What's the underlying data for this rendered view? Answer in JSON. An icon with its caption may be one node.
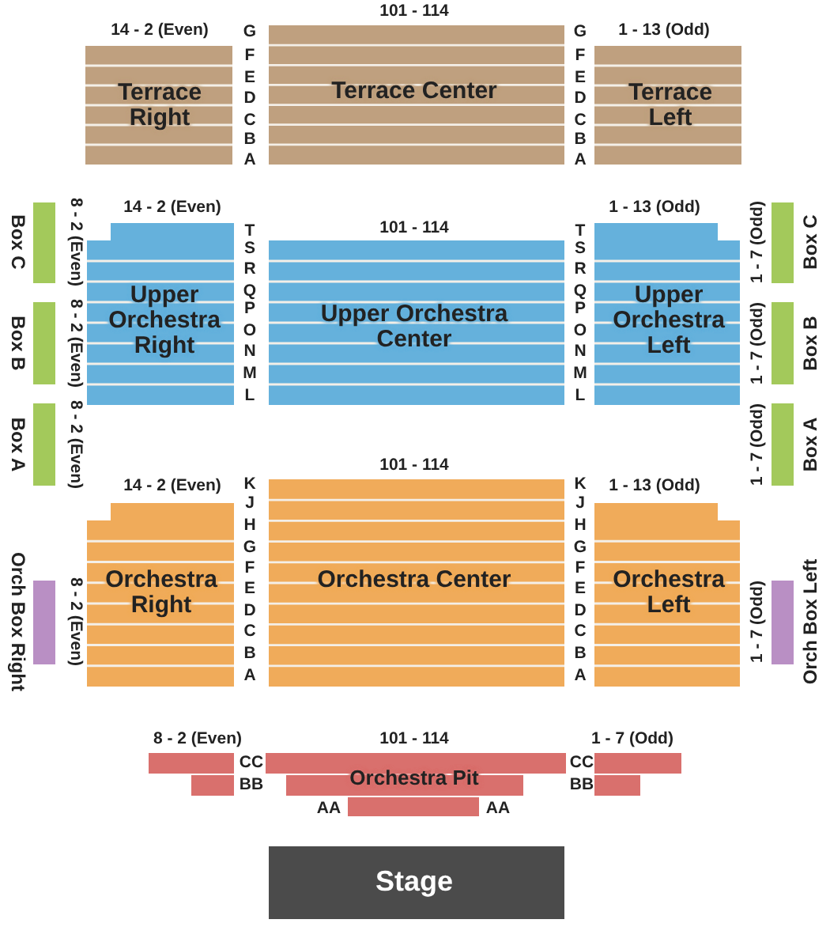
{
  "diagram": {
    "nodes": [
      {
        "text": [
          "Terrace Right"
        ],
        "beside": [
          "14 - 2 (Even)"
        ]
      },
      {
        "text": [
          "Terrace Center"
        ],
        "beside": [
          "101 - 114"
        ]
      },
      {
        "text": [
          "Terrace Left"
        ],
        "beside": [
          "1 - 13 (Odd)"
        ]
      },
      {
        "text": [
          "Box C"
        ],
        "beside": [
          "8 - 2 (Even)"
        ]
      },
      {
        "text": [
          "Upper Orchestra Right"
        ],
        "beside": [
          "14 - 2 (Even)"
        ]
      },
      {
        "text": [
          "Upper Orchestra Center"
        ],
        "beside": [
          "101 - 114"
        ]
      },
      {
        "text": [
          "Upper Orchestra Left"
        ],
        "beside": [
          "1 - 13 (Odd)"
        ]
      },
      {
        "text": [
          "Box C"
        ],
        "beside": [
          "1 - 7 (Odd)"
        ]
      },
      {
        "text": [
          "Box B"
        ],
        "beside": [
          "8 - 2 (Even)"
        ]
      },
      {
        "text": [
          "Box B"
        ],
        "beside": [
          "1 - 7 (Odd)"
        ]
      },
      {
        "text": [
          "Box A"
        ],
        "beside": [
          "8 - 2 (Even)"
        ]
      },
      {
        "text": [
          "Box A"
        ],
        "beside": [
          "1 - 7 (Odd)"
        ]
      },
      {
        "text": [
          "Orchestra Right"
        ],
        "beside": [
          "14 - 2 (Even)"
        ]
      },
      {
        "text": [
          "Orchestra Center"
        ],
        "beside": [
          "101 - 114"
        ]
      },
      {
        "text": [
          "Orchestra Left"
        ],
        "beside": [
          "1 - 13 (Odd)"
        ]
      },
      {
        "text": [
          "Orch Box Right"
        ],
        "beside": [
          "8 - 2 (Even)"
        ]
      },
      {
        "text": [
          "Orch Box Left"
        ],
        "beside": [
          "1 - 7 (Odd)"
        ]
      },
      {
        "text": [],
        "shape": "box",
        "beside": [
          "8 - 2 (Even)"
        ]
      },
      {
        "text": [
          "Orchestra Pit"
        ],
        "beside": [
          "101 - 114"
        ]
      },
      {
        "text": [],
        "shape": "box",
        "beside": [
          "1 - 7 (Odd)"
        ]
      },
      {
        "text": [
          "Stage"
        ]
      }
    ],
    "labels": [
      "G",
      "G",
      "F",
      "F",
      "E",
      "E",
      "D",
      "D",
      "C",
      "C",
      "B",
      "B",
      "A",
      "A",
      "T",
      "T",
      "S",
      "S",
      "R",
      "R",
      "Q",
      "Q",
      "P",
      "P",
      "O",
      "O",
      "N",
      "N",
      "M",
      "M",
      "L",
      "L",
      "K",
      "K",
      "J",
      "J",
      "H",
      "H",
      "G",
      "G",
      "F",
      "F",
      "E",
      "E",
      "D",
      "D",
      "C",
      "C",
      "B",
      "B",
      "A",
      "A",
      "CC",
      "CC",
      "BB",
      "BB",
      "AA",
      "AA"
    ]
  }
}
